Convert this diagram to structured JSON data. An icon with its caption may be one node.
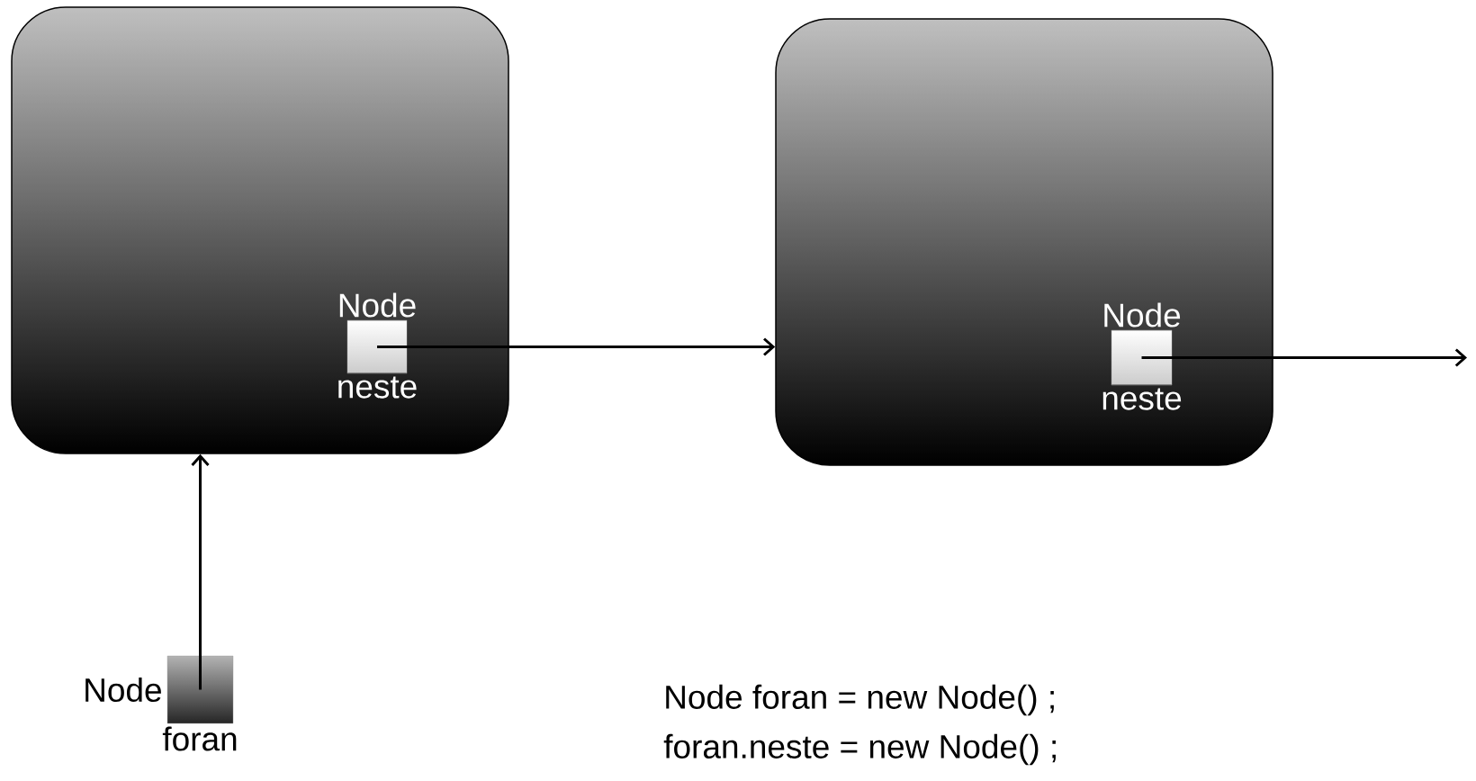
{
  "diagram": {
    "nodes": [
      {
        "text": [],
        "shape": "box"
      },
      {
        "text": [
          "Node"
        ],
        "beside": [
          "neste"
        ],
        "in": 0
      },
      {
        "text": [],
        "shape": "box"
      },
      {
        "text": [
          "Node"
        ],
        "beside": [
          "neste"
        ],
        "in": 2
      },
      {
        "text": [
          "Node"
        ],
        "beside": [
          "foran"
        ]
      }
    ],
    "edges": [
      {
        "from": 1,
        "to": 2,
        "arrow": "to"
      },
      {
        "from": 3,
        "to": null,
        "arrow": "to"
      },
      {
        "from": 4,
        "to": 0,
        "arrow": "to"
      }
    ],
    "labels": [
      "Node foran = new Node() ;",
      "foran.neste = new Node() ;"
    ]
  }
}
